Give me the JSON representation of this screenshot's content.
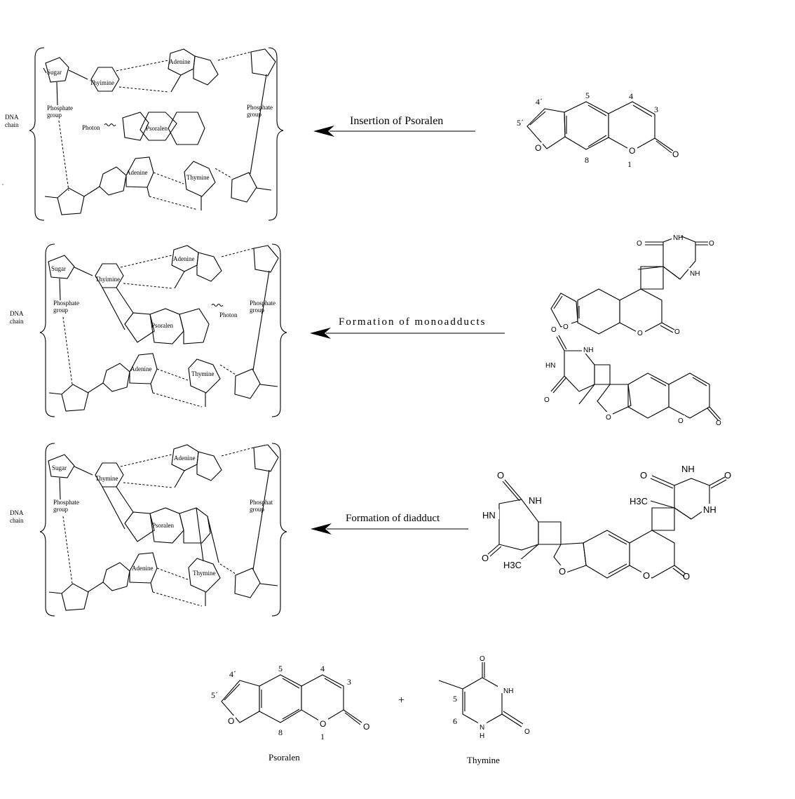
{
  "panels": [
    {
      "dna_label": [
        "DNA",
        "chain"
      ],
      "labels": {
        "sugar": "Sugar",
        "thymine_top": "Thyimine",
        "adenine_top": "Adenine",
        "phosphate_left": [
          "Phosphate",
          "group"
        ],
        "phosphate_right": [
          "Phosphate",
          "group"
        ],
        "photon": "Photon",
        "psoralen": "Psoralen",
        "adenine_bottom": "Adenine",
        "thymine_bottom": "Thymine"
      },
      "arrow_label": "Insertion of Psoralen"
    },
    {
      "dna_label": [
        "DNA",
        "chain"
      ],
      "labels": {
        "sugar": "Sugar",
        "thymine_top": "Thyimine",
        "adenine_top": "Adenine",
        "phosphate_left": [
          "Phosphate",
          "group"
        ],
        "phosphate_right": [
          "Phosphate",
          "group"
        ],
        "photon": "Photon",
        "psoralen": "Psoralen",
        "adenine_bottom": "Adenine",
        "thymine_bottom": "Thymine"
      },
      "arrow_label": "Formation of monoadducts"
    },
    {
      "dna_label": [
        "DNA",
        "chain"
      ],
      "labels": {
        "sugar": "Sugar",
        "thymine_top": "Thymine",
        "adenine_top": "Adenine",
        "phosphate_left": [
          "Phosphate",
          "group"
        ],
        "phosphate_right": [
          "Phosphat",
          "group"
        ],
        "psoralen": "Psoralen",
        "adenine_bottom": "Adenine",
        "thymine_bottom": "Thymine"
      },
      "arrow_label": "Formation of diadduct"
    }
  ],
  "psoralen_numbering": {
    "n4p": "4´",
    "n5p": "5´",
    "n5": "5",
    "n4": "4",
    "n3": "3",
    "n8": "8",
    "n1": "1",
    "O": "O"
  },
  "mono_atoms": {
    "O": "O",
    "NH": "NH",
    "HN": "HN"
  },
  "di_atoms": {
    "O": "O",
    "NH": "NH",
    "HN": "HN",
    "H3C": "H3C"
  },
  "thymine_atoms": {
    "O": "O",
    "NH": "NH",
    "H": "H",
    "N": "N",
    "n5": "5",
    "n6": "6"
  },
  "plus": "+",
  "bottom_labels": {
    "psoralen": "Psoralen",
    "thymine": "Thymine"
  }
}
